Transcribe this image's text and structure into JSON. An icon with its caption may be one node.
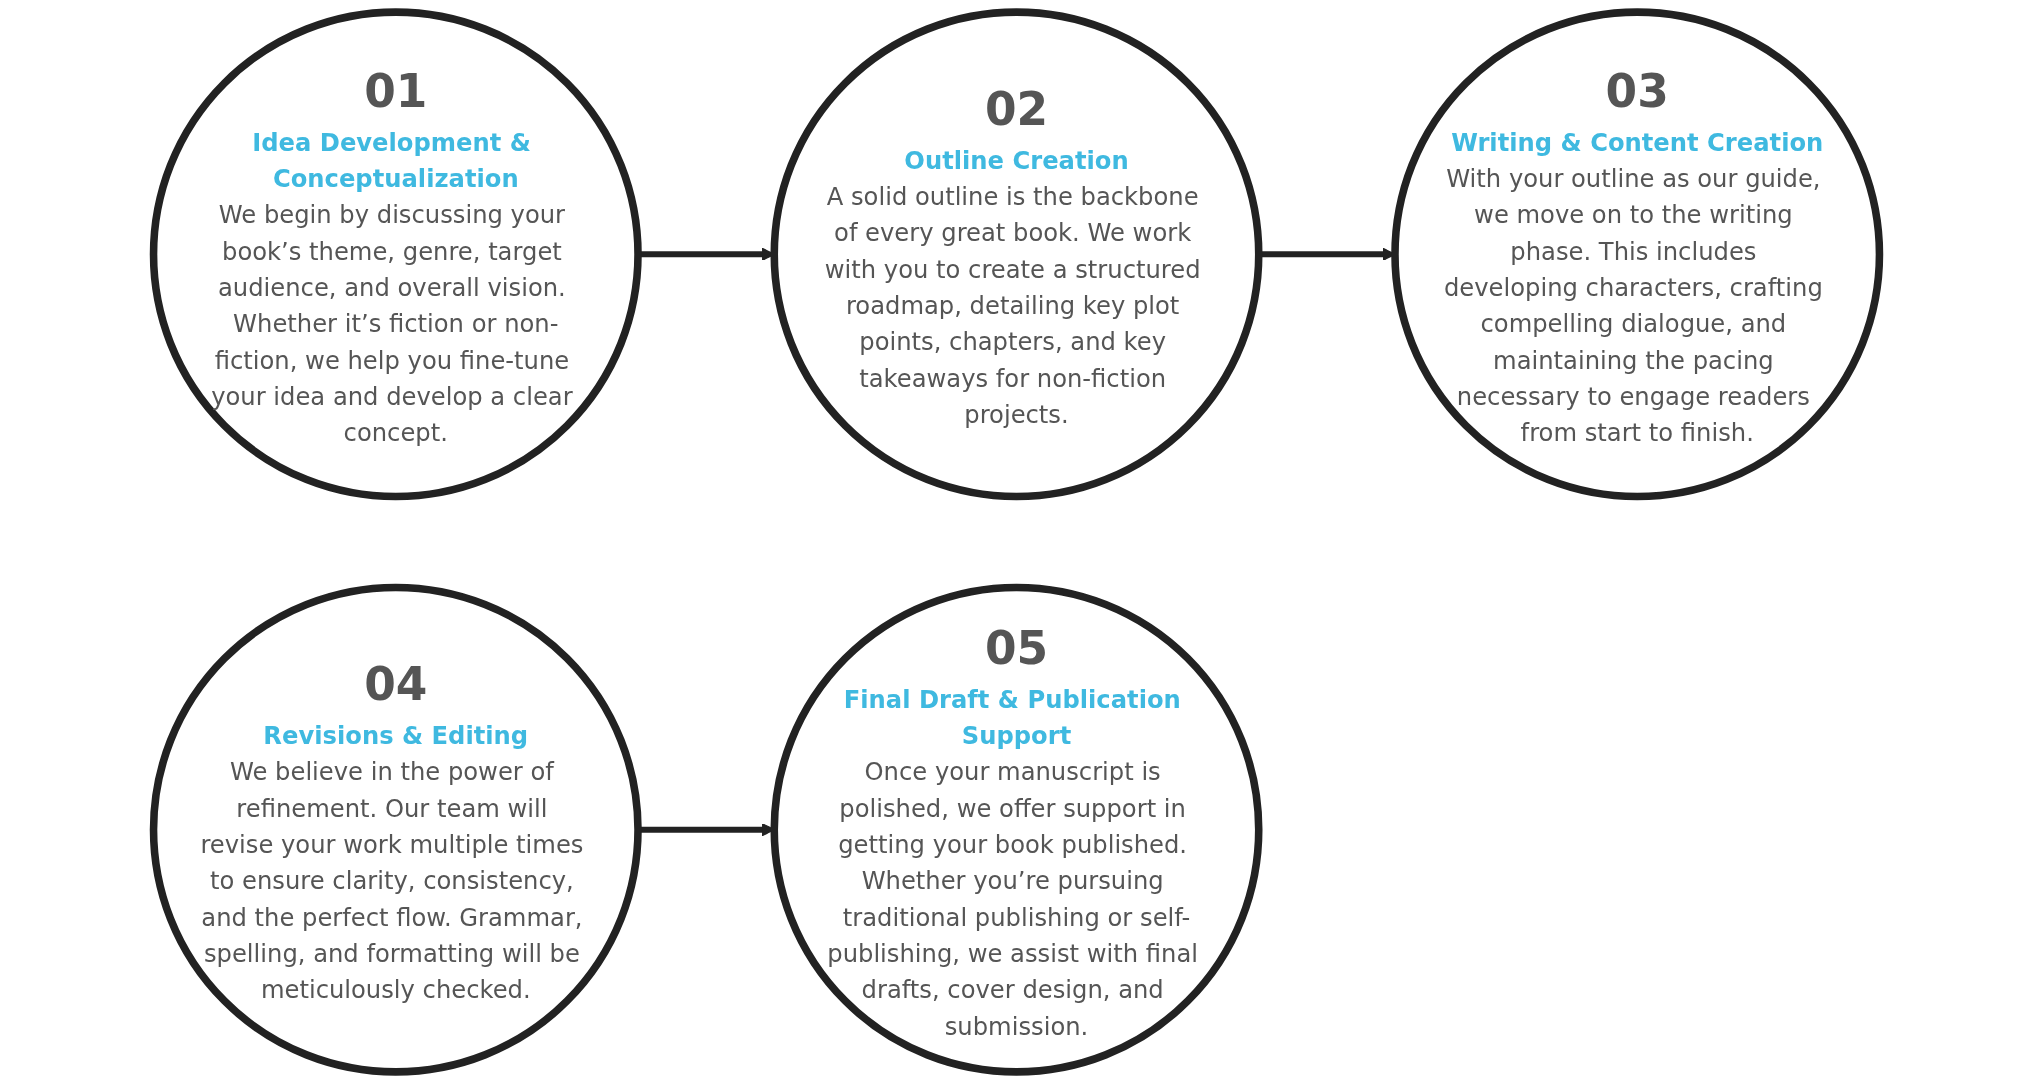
{
  "diagram": {
    "nodes": [
      {
        "text": [
          "01",
          "Idea Development & Conceptualization",
          "We begin by discussing your book’s theme, genre, target audience, and overall vision. Whether it’s fiction or non-fiction, we help you fine-tune your idea and develop a clear concept."
        ]
      },
      {
        "text": [
          "02",
          "Outline Creation",
          "A solid outline is the backbone of every great book. We work with you to create a structured roadmap, detailing key plot points, chapters, and key takeaways for non-fiction projects."
        ]
      },
      {
        "text": [
          "03",
          "Writing & Content Creation",
          "With your outline as our guide, we move on to the writing phase. This includes developing characters, crafting compelling dialogue, and maintaining the pacing necessary to engage readers from start to finish."
        ]
      },
      {
        "text": [
          "04",
          "Revisions & Editing",
          "We believe in the power of refinement. Our team will revise your work multiple times to ensure clarity, consistency, and the perfect flow. Grammar, spelling, and formatting will be meticulously checked."
        ]
      },
      {
        "text": [
          "05",
          "Final Draft & Publication Support",
          "Once your manuscript is polished, we offer support in getting your book published. Whether you’re pursuing traditional publishing or self-publishing, we assist with final drafts, cover design, and submission."
        ]
      }
    ],
    "edges": [
      {
        "from": 0,
        "to": 1,
        "arrow": "to"
      },
      {
        "from": 1,
        "to": 2,
        "arrow": "to"
      },
      {
        "from": 3,
        "to": 4,
        "arrow": "to"
      }
    ]
  }
}
